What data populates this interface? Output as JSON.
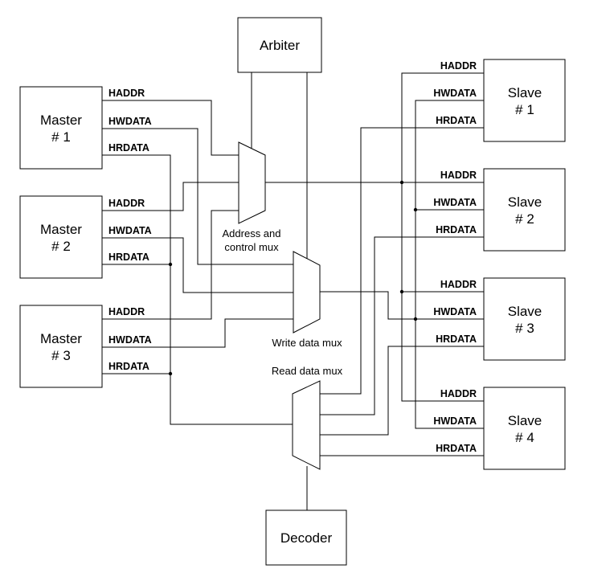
{
  "arbiter": "Arbiter",
  "decoder": "Decoder",
  "masters": [
    {
      "line1": "Master",
      "line2": "# 1"
    },
    {
      "line1": "Master",
      "line2": "# 2"
    },
    {
      "line1": "Master",
      "line2": "# 3"
    }
  ],
  "slaves": [
    {
      "line1": "Slave",
      "line2": "# 1"
    },
    {
      "line1": "Slave",
      "line2": "# 2"
    },
    {
      "line1": "Slave",
      "line2": "# 3"
    },
    {
      "line1": "Slave",
      "line2": "# 4"
    }
  ],
  "signals": {
    "haddr": "HADDR",
    "hwdata": "HWDATA",
    "hrdata": "HRDATA"
  },
  "muxes": {
    "address_line1": "Address and",
    "address_line2": "control mux",
    "write": "Write data mux",
    "read": "Read data mux"
  }
}
